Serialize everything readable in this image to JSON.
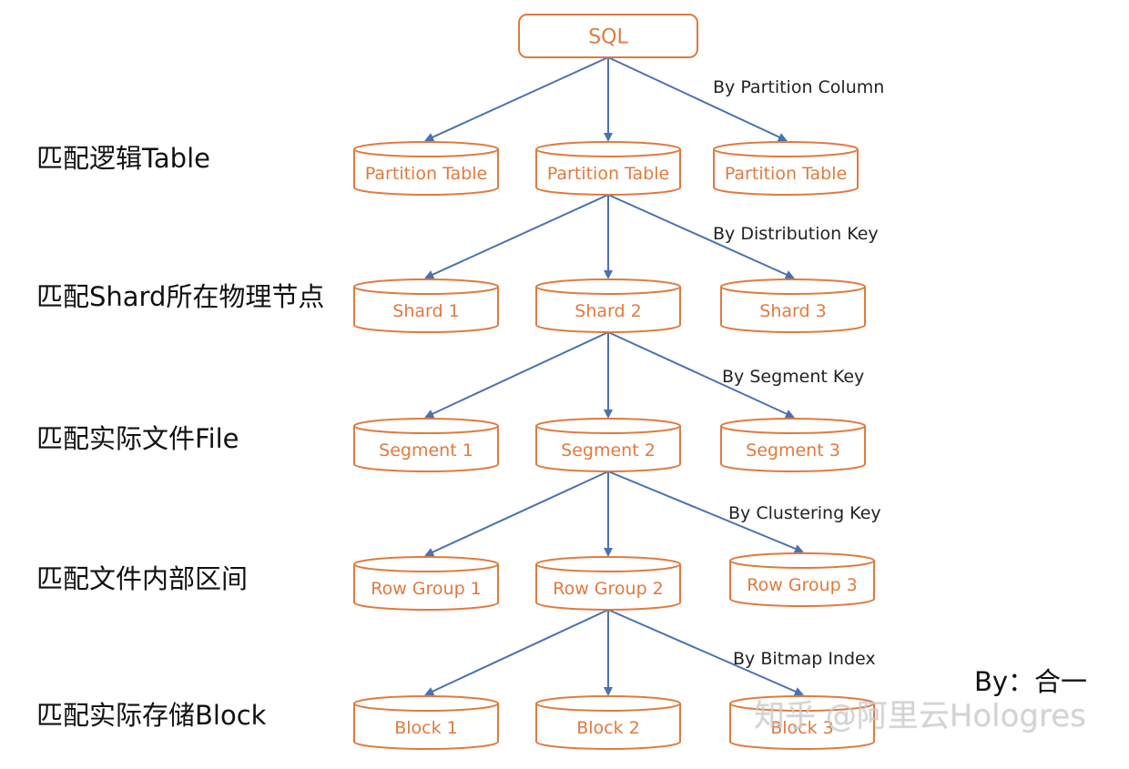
{
  "diagram": {
    "root": {
      "id": "sql",
      "label": "SQL"
    },
    "levels": [
      {
        "side_label": "匹配逻辑Table",
        "edge_label": "By Partition Column",
        "nodes": [
          "Partition Table",
          "Partition Table",
          "Partition Table"
        ]
      },
      {
        "side_label": "匹配Shard所在物理节点",
        "edge_label": "By Distribution Key",
        "nodes": [
          "Shard 1",
          "Shard 2",
          "Shard 3"
        ]
      },
      {
        "side_label": "匹配实际文件File",
        "edge_label": "By Segment Key",
        "nodes": [
          "Segment 1",
          "Segment 2",
          "Segment 3"
        ]
      },
      {
        "side_label": "匹配文件内部区间",
        "edge_label": "By Clustering Key",
        "nodes": [
          "Row Group 1",
          "Row Group 2",
          "Row Group 3"
        ]
      },
      {
        "side_label": "匹配实际存储Block",
        "edge_label": "By Bitmap Index",
        "nodes": [
          "Block 1",
          "Block 2",
          "Block 3"
        ]
      }
    ],
    "credit": "By：合一",
    "watermark": "知乎 @阿里云Hologres",
    "colors": {
      "node_stroke": "#e07a3f",
      "node_text": "#e07a3f",
      "edge": "#4a72b0",
      "label_text": "#111111"
    }
  }
}
